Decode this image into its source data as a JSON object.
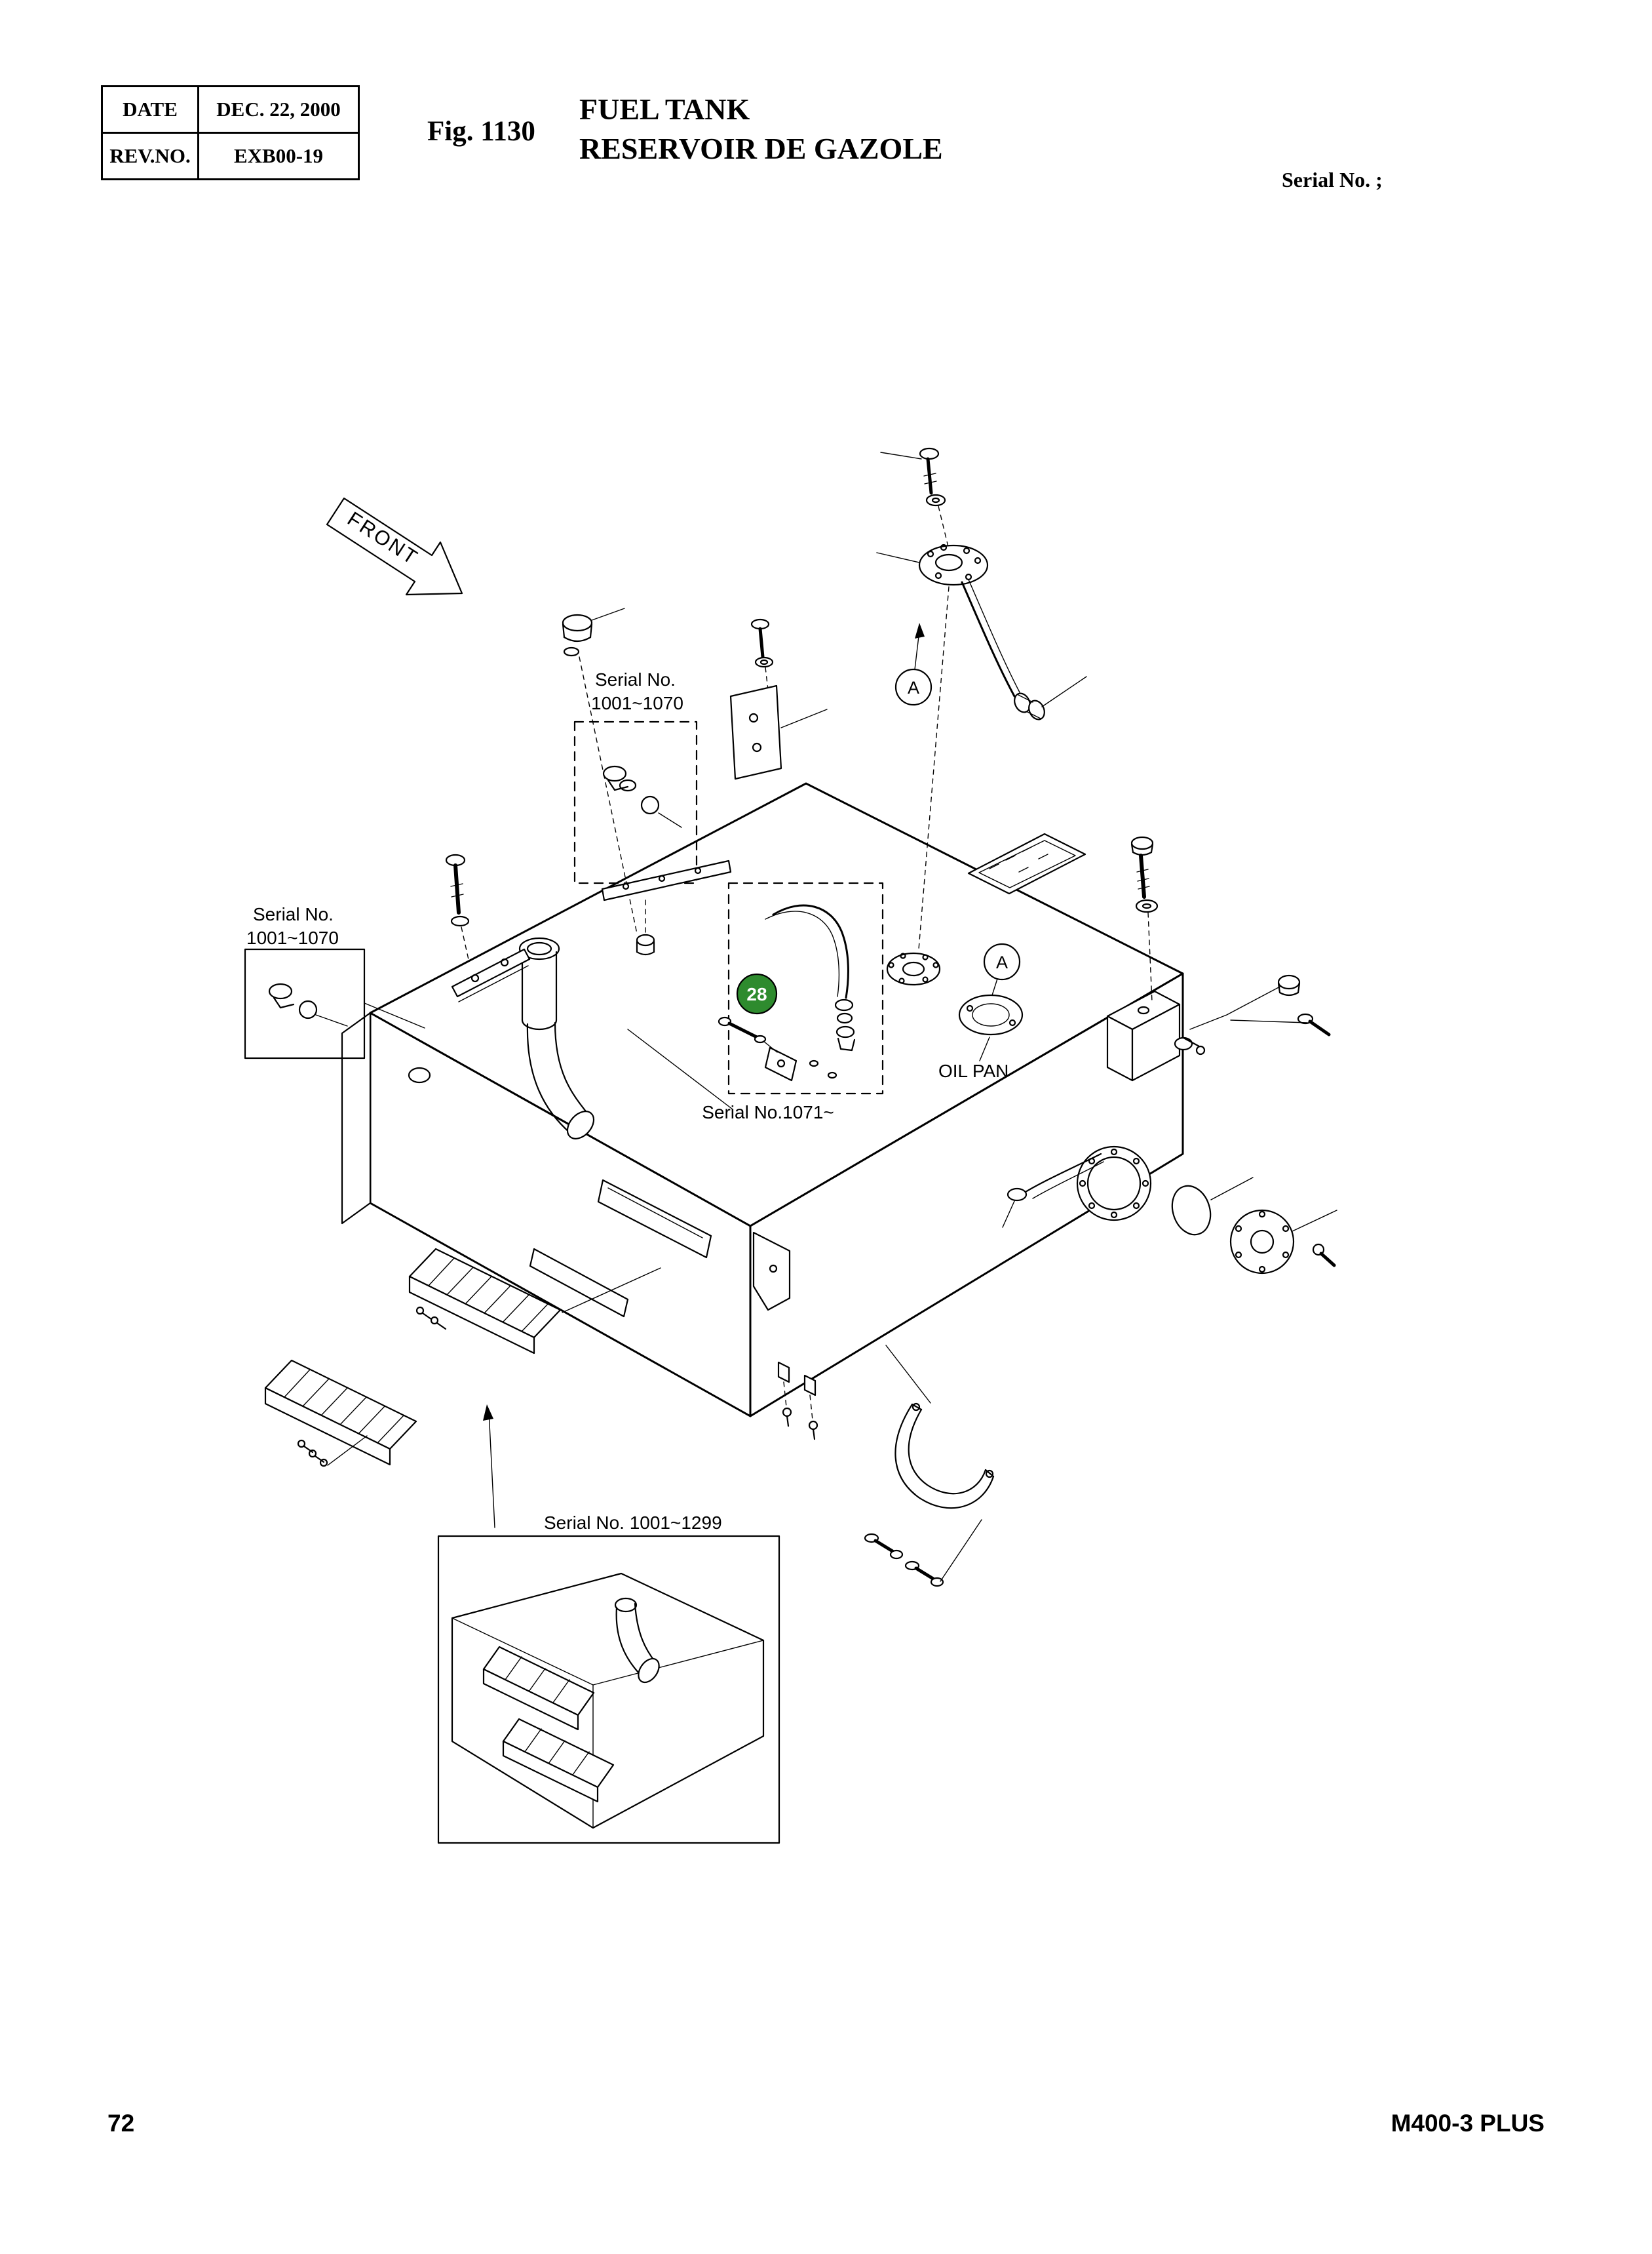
{
  "header": {
    "table": {
      "rows": [
        {
          "label": "DATE",
          "value": "DEC. 22, 2000"
        },
        {
          "label": "REV.NO.",
          "value": "EXB00-19"
        }
      ]
    },
    "fig_label": "Fig. 1130",
    "title_en": "FUEL TANK",
    "title_fr": "RESERVOIR DE GAZOLE",
    "serial_note": "Serial No. ;"
  },
  "diagram": {
    "front_label": "FRONT",
    "callout_top": {
      "line1": "Serial No.",
      "line2": "1001~1070"
    },
    "callout_left": {
      "line1": "Serial No.",
      "line2": "1001~1070"
    },
    "balloon_a": "A",
    "part_balloon": {
      "number": "28",
      "color": "#2e8b2e",
      "text_color": "#ffffff"
    },
    "oil_pan_label": "OIL PAN",
    "serial_1071_label": "Serial No.1071~",
    "inset_label": "Serial No. 1001~1299"
  },
  "footer": {
    "page_number": "72",
    "model": "M400-3 PLUS"
  }
}
